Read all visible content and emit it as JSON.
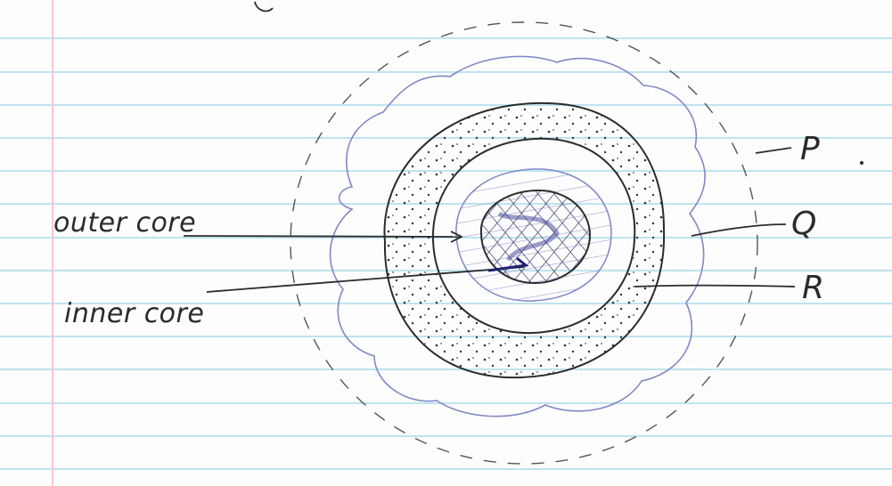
{
  "labels": {
    "outer_core": "outer core",
    "inner_core": "inner core",
    "p": "P",
    "q": "Q",
    "r": "R"
  },
  "colors": {
    "paper": "#fdfdfd",
    "rule_line": "#bfe3ef",
    "margin_line": "#f2c8d6",
    "pencil": "#2b2b2b",
    "blue_ink": "#5b63b8",
    "hatch": "#3c3c6e"
  }
}
